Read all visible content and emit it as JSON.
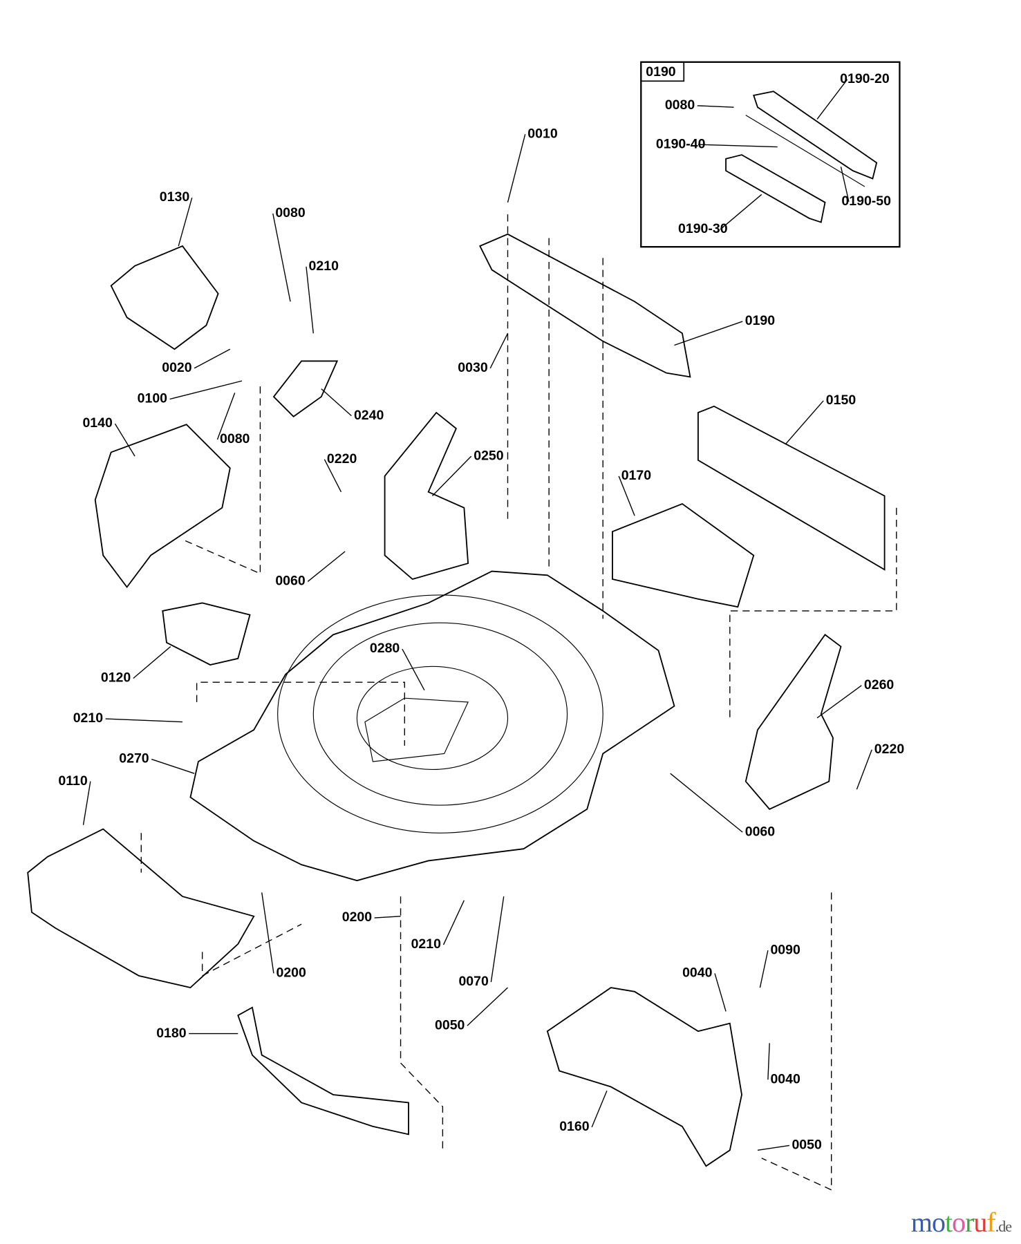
{
  "inset": {
    "title": "0190",
    "labels": [
      "0190-20",
      "0080",
      "0190-40",
      "0190-50",
      "0190-30"
    ]
  },
  "labels": [
    "0190",
    "0010",
    "0130",
    "0080",
    "0210",
    "0020",
    "0100",
    "0080",
    "0240",
    "0030",
    "0150",
    "0140",
    "0220",
    "0250",
    "0170",
    "0060",
    "0280",
    "0120",
    "0260",
    "0210",
    "0270",
    "0220",
    "0110",
    "0060",
    "0200",
    "0210",
    "0200",
    "0070",
    "0090",
    "0040",
    "0050",
    "0180",
    "0040",
    "0160",
    "0050"
  ],
  "watermark": {
    "name": "motoruf",
    "tld": ".de",
    "colors": [
      "#3a5bb0",
      "#3a5bb0",
      "#4caf50",
      "#e05aa0",
      "#43a047",
      "#e53935",
      "#f39c12",
      "#f1c40f"
    ]
  }
}
